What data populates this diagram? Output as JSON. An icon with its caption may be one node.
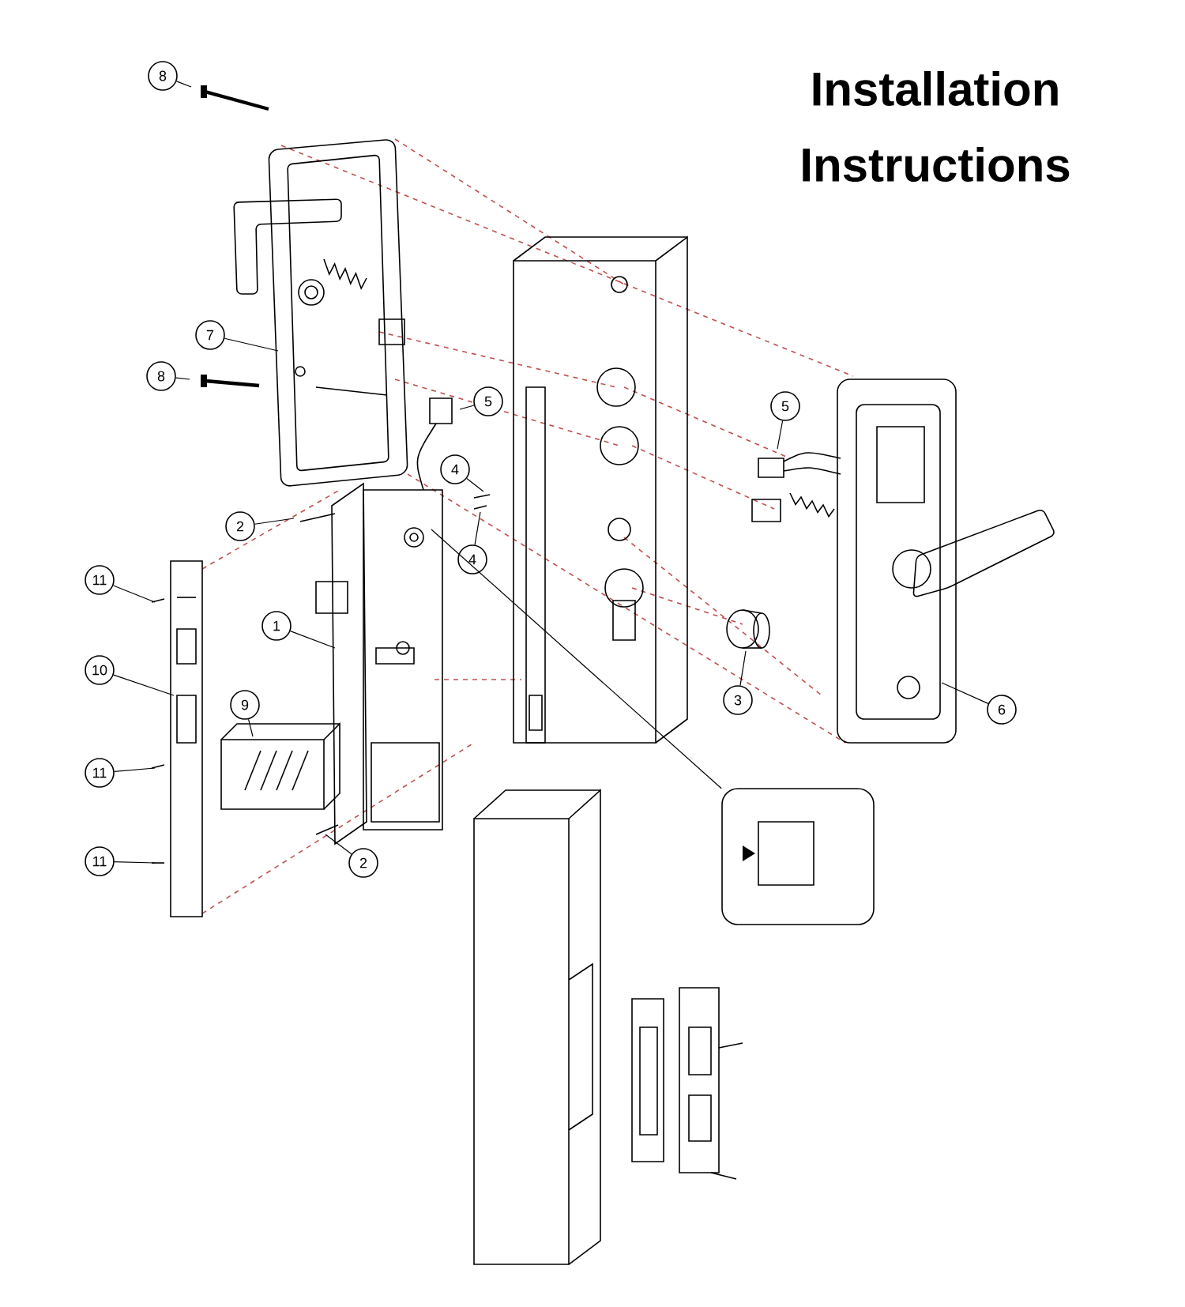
{
  "diagram": {
    "title": "Installation Instructions",
    "nodes": [
      {
        "text": [
          "8"
        ]
      },
      {
        "text": [
          "7"
        ]
      },
      {
        "text": [
          "8"
        ]
      },
      {
        "text": [
          "5"
        ]
      },
      {
        "text": [
          "5"
        ]
      },
      {
        "text": [
          "4"
        ]
      },
      {
        "text": [
          "2"
        ]
      },
      {
        "text": [
          "4"
        ]
      },
      {
        "text": [
          "11"
        ]
      },
      {
        "text": [
          "1"
        ]
      },
      {
        "text": [
          "10"
        ]
      },
      {
        "text": [
          "6"
        ]
      },
      {
        "text": [
          "3"
        ]
      },
      {
        "text": [
          "9"
        ]
      },
      {
        "text": [
          "11"
        ]
      },
      {
        "text": [
          "11"
        ]
      },
      {
        "text": [
          "2"
        ]
      },
      {
        "text": [],
        "shape": "box"
      }
    ],
    "edges": [
      {
        "from": 0,
        "to": null,
        "arrow": "none"
      },
      {
        "from": 1,
        "to": null,
        "arrow": "none"
      },
      {
        "from": 2,
        "to": null,
        "arrow": "none"
      },
      {
        "from": 3,
        "to": null,
        "arrow": "none"
      },
      {
        "from": 4,
        "to": null,
        "arrow": "none"
      },
      {
        "from": 5,
        "to": null,
        "arrow": "none"
      },
      {
        "from": 6,
        "to": null,
        "arrow": "none"
      },
      {
        "from": 7,
        "to": null,
        "arrow": "none"
      },
      {
        "from": 8,
        "to": null,
        "arrow": "none"
      },
      {
        "from": 9,
        "to": null,
        "arrow": "none"
      },
      {
        "from": 10,
        "to": null,
        "arrow": "none"
      },
      {
        "from": 11,
        "to": null,
        "arrow": "none"
      },
      {
        "from": 12,
        "to": null,
        "arrow": "none"
      },
      {
        "from": 13,
        "to": null,
        "arrow": "none"
      },
      {
        "from": 14,
        "to": null,
        "arrow": "none"
      },
      {
        "from": 15,
        "to": null,
        "arrow": "none"
      },
      {
        "from": 16,
        "to": null,
        "arrow": "none"
      },
      {
        "from": null,
        "to": 17,
        "arrow": "none"
      }
    ]
  }
}
